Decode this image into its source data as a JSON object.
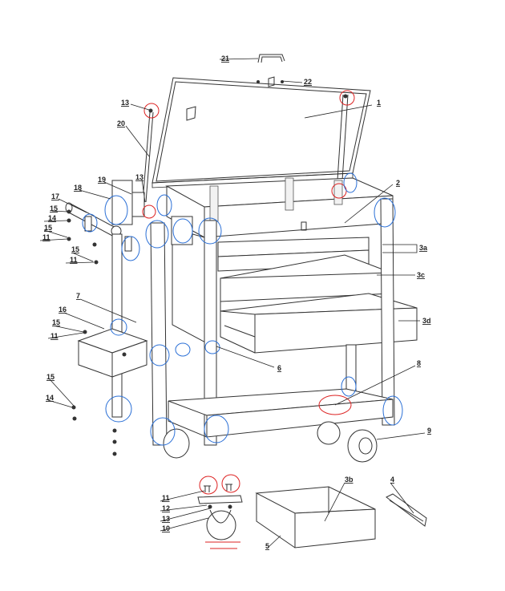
{
  "labels": {
    "p21": "21",
    "p22": "22",
    "p1": "1",
    "p13a": "13",
    "p20": "20",
    "p2": "2",
    "p19": "19",
    "p13b": "13",
    "p18": "18",
    "p17": "17",
    "p15a": "15",
    "p14a": "14",
    "p15b": "15",
    "p11a": "11",
    "p15c": "15",
    "p11b": "11",
    "p3a": "3a",
    "p3c": "3c",
    "p3d": "3d",
    "p7": "7",
    "p16": "16",
    "p15d": "15",
    "p11c": "11",
    "p6": "6",
    "p8": "8",
    "p15e": "15",
    "p14b": "14",
    "p9": "9",
    "p11d": "11",
    "p12": "12",
    "p13c": "13",
    "p10": "10",
    "p3b": "3b",
    "p4": "4",
    "p5": "5"
  }
}
